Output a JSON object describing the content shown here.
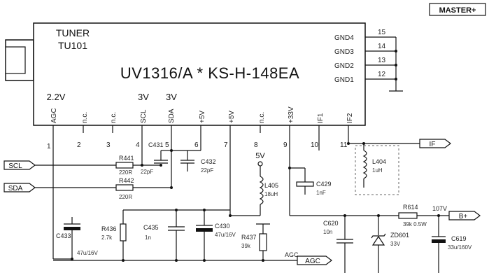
{
  "brand": "MASTER+",
  "tuner": {
    "label_line1": "TUNER",
    "label_line2": "TU101",
    "model": "UV1316/A * KS-H-148EA"
  },
  "pins_bottom": [
    {
      "name": "AGC",
      "num": "1"
    },
    {
      "name": "n.c.",
      "num": "2"
    },
    {
      "name": "n.c.",
      "num": "3"
    },
    {
      "name": "SCL",
      "num": "4"
    },
    {
      "name": "SDA",
      "num": "5"
    },
    {
      "name": "+5V",
      "num": "6"
    },
    {
      "name": "+5V",
      "num": "7"
    },
    {
      "name": "n.c.",
      "num": "8"
    },
    {
      "name": "+33V",
      "num": "9"
    },
    {
      "name": "IF1",
      "num": "10"
    },
    {
      "name": "IF2",
      "num": "11"
    }
  ],
  "voltages": {
    "agc": "2.2V",
    "scl": "3V",
    "sda": "3V",
    "v5": "5V",
    "bplus": "107V"
  },
  "pins_right": [
    {
      "name": "GND4",
      "num": "15"
    },
    {
      "name": "GND3",
      "num": "14"
    },
    {
      "name": "GND2",
      "num": "13"
    },
    {
      "name": "GND1",
      "num": "12"
    }
  ],
  "ports": {
    "scl": "SCL",
    "sda": "SDA",
    "if": "IF",
    "agc": "AGC",
    "bplus": "B+"
  },
  "net_agc": "AGC",
  "components": {
    "r441": {
      "ref": "R441",
      "val": "220R"
    },
    "r442": {
      "ref": "R442",
      "val": "220R"
    },
    "c431": {
      "ref": "C431",
      "val": "22pF"
    },
    "c432": {
      "ref": "C432",
      "val": "22pF"
    },
    "l404": {
      "ref": "L404",
      "val": "1uH"
    },
    "l405": {
      "ref": "L405",
      "val": "18uH"
    },
    "c429": {
      "ref": "C429",
      "val": "1nF"
    },
    "c433": {
      "ref": "C433",
      "val": "47u/16V"
    },
    "r436": {
      "ref": "R436",
      "val": "2.7k"
    },
    "c435": {
      "ref": "C435",
      "val": "1n"
    },
    "c430": {
      "ref": "C430",
      "val": "47u/16V"
    },
    "r437": {
      "ref": "R437",
      "val": "39k"
    },
    "c620": {
      "ref": "C620",
      "val": "10n"
    },
    "r614": {
      "ref": "R614",
      "val": "39k 0.5W"
    },
    "zd601": {
      "ref": "ZD601",
      "val": "33V"
    },
    "c619": {
      "ref": "C619",
      "val": "33u/160V"
    }
  }
}
